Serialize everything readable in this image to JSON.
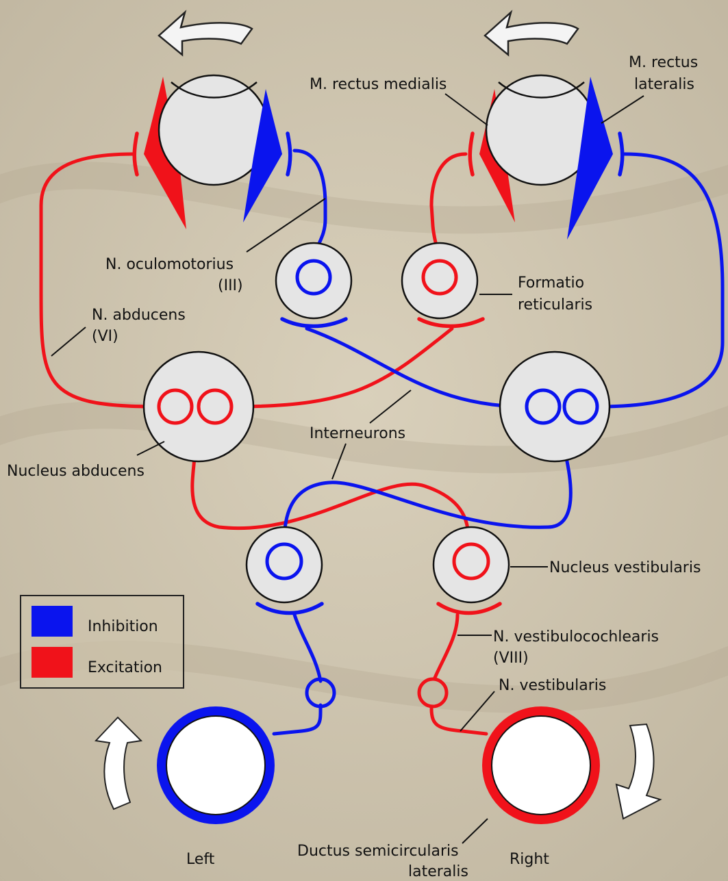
{
  "colors": {
    "inhibition": "#0a14ee",
    "excitation": "#f0121a",
    "background": "#d6ccb6",
    "neuron_fill": "#e5e5e5"
  },
  "labels": {
    "m_rectus_medialis": "M. rectus medialis",
    "m_rectus_lateralis_1": "M. rectus",
    "m_rectus_lateralis_2": "lateralis",
    "n_oculomotorius_1": "N. oculomotorius",
    "n_oculomotorius_2": "(III)",
    "formatio_1": "Formatio",
    "formatio_2": "reticularis",
    "n_abducens_1": "N. abducens",
    "n_abducens_2": "(VI)",
    "interneurons": "Interneurons",
    "nucleus_abducens": "Nucleus abducens",
    "nucleus_vestibularis": "Nucleus vestibularis",
    "n_vestibulocochlearis_1": "N. vestibulocochlearis",
    "n_vestibulocochlearis_2": "(VIII)",
    "n_vestibularis": "N. vestibularis",
    "ductus_1": "Ductus semicircularis",
    "ductus_2": "lateralis",
    "left": "Left",
    "right": "Right"
  },
  "legend": {
    "inhibition": "Inhibition",
    "excitation": "Excitation"
  }
}
